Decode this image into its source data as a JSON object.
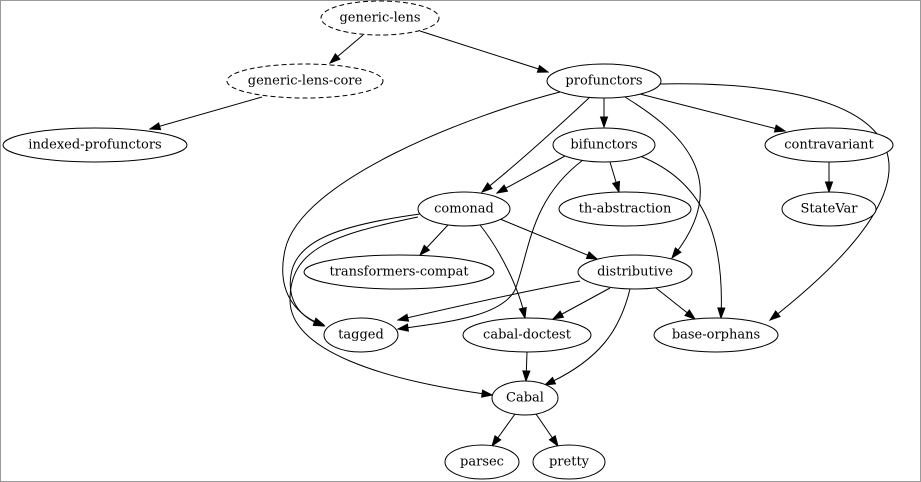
{
  "graph": {
    "nodes": [
      {
        "id": "generic-lens",
        "label": "generic-lens",
        "style": "dashed"
      },
      {
        "id": "generic-lens-core",
        "label": "generic-lens-core",
        "style": "dashed"
      },
      {
        "id": "profunctors",
        "label": "profunctors",
        "style": "solid"
      },
      {
        "id": "indexed-profunctors",
        "label": "indexed-profunctors",
        "style": "solid"
      },
      {
        "id": "bifunctors",
        "label": "bifunctors",
        "style": "solid"
      },
      {
        "id": "contravariant",
        "label": "contravariant",
        "style": "solid"
      },
      {
        "id": "comonad",
        "label": "comonad",
        "style": "solid"
      },
      {
        "id": "th-abstraction",
        "label": "th-abstraction",
        "style": "solid"
      },
      {
        "id": "StateVar",
        "label": "StateVar",
        "style": "solid"
      },
      {
        "id": "transformers-compat",
        "label": "transformers-compat",
        "style": "solid"
      },
      {
        "id": "distributive",
        "label": "distributive",
        "style": "solid"
      },
      {
        "id": "tagged",
        "label": "tagged",
        "style": "solid"
      },
      {
        "id": "cabal-doctest",
        "label": "cabal-doctest",
        "style": "solid"
      },
      {
        "id": "base-orphans",
        "label": "base-orphans",
        "style": "solid"
      },
      {
        "id": "Cabal",
        "label": "Cabal",
        "style": "solid"
      },
      {
        "id": "parsec",
        "label": "parsec",
        "style": "solid"
      },
      {
        "id": "pretty",
        "label": "pretty",
        "style": "solid"
      }
    ],
    "edges": [
      {
        "from": "generic-lens",
        "to": "generic-lens-core"
      },
      {
        "from": "generic-lens",
        "to": "profunctors"
      },
      {
        "from": "generic-lens-core",
        "to": "indexed-profunctors"
      },
      {
        "from": "profunctors",
        "to": "bifunctors"
      },
      {
        "from": "profunctors",
        "to": "contravariant"
      },
      {
        "from": "profunctors",
        "to": "comonad"
      },
      {
        "from": "profunctors",
        "to": "distributive"
      },
      {
        "from": "profunctors",
        "to": "tagged"
      },
      {
        "from": "profunctors",
        "to": "base-orphans"
      },
      {
        "from": "bifunctors",
        "to": "comonad"
      },
      {
        "from": "bifunctors",
        "to": "th-abstraction"
      },
      {
        "from": "bifunctors",
        "to": "tagged"
      },
      {
        "from": "bifunctors",
        "to": "base-orphans"
      },
      {
        "from": "contravariant",
        "to": "StateVar"
      },
      {
        "from": "comonad",
        "to": "transformers-compat"
      },
      {
        "from": "comonad",
        "to": "distributive"
      },
      {
        "from": "comonad",
        "to": "cabal-doctest"
      },
      {
        "from": "comonad",
        "to": "tagged"
      },
      {
        "from": "comonad",
        "to": "Cabal"
      },
      {
        "from": "distributive",
        "to": "tagged"
      },
      {
        "from": "distributive",
        "to": "cabal-doctest"
      },
      {
        "from": "distributive",
        "to": "base-orphans"
      },
      {
        "from": "distributive",
        "to": "Cabal"
      },
      {
        "from": "cabal-doctest",
        "to": "Cabal"
      },
      {
        "from": "Cabal",
        "to": "parsec"
      },
      {
        "from": "Cabal",
        "to": "pretty"
      }
    ]
  }
}
